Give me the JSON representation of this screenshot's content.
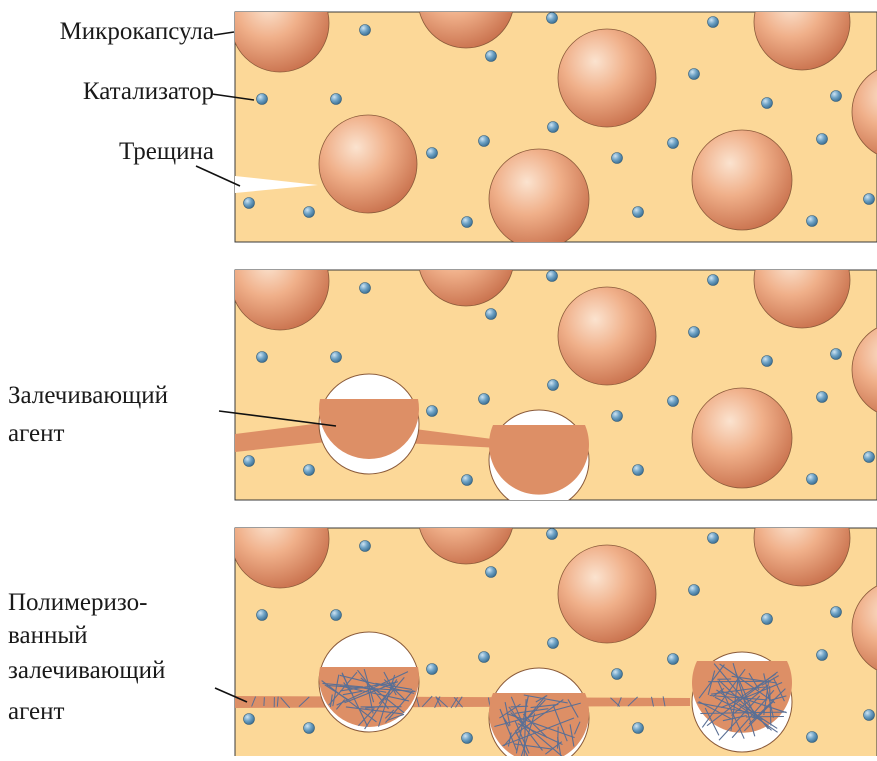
{
  "labels": {
    "microcapsule": "Микрокапсула",
    "catalyst": "Катализатор",
    "crack": "Трещина",
    "healing_agent_1": "Залечивающий",
    "healing_agent_2": "агент",
    "polymerized_1": "Полимеризо-",
    "polymerized_2": "ванный",
    "polymerized_3": "залечивающий",
    "polymerized_4": "агент"
  },
  "colors": {
    "matrix": "#fcd898",
    "capsule_light": "#fbe3cf",
    "capsule_mid": "#ec9f79",
    "capsule_dark": "#c8704c",
    "healing_agent": "#dd8f66",
    "catalyst": "#5b93b7",
    "polymer_fiber": "#5a6f94",
    "outline": "#5a4030"
  }
}
